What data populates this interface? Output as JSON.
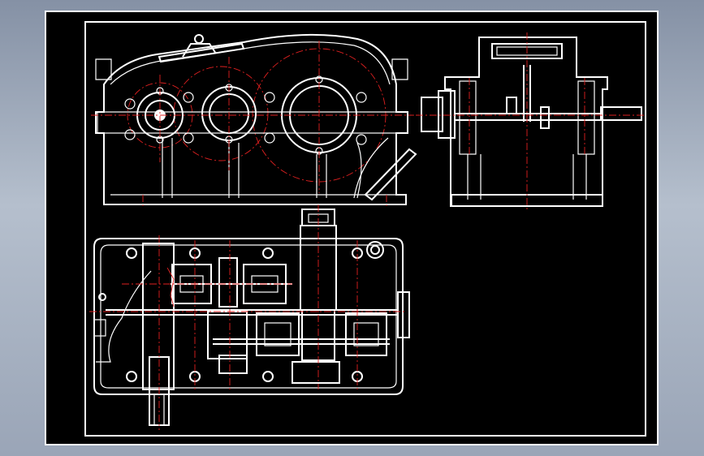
{
  "drawing": {
    "background_color": "#000000",
    "line_color": "#ffffff",
    "centerline_color": "#e02020",
    "views": [
      "front-view",
      "side-view",
      "top-section-view"
    ]
  }
}
